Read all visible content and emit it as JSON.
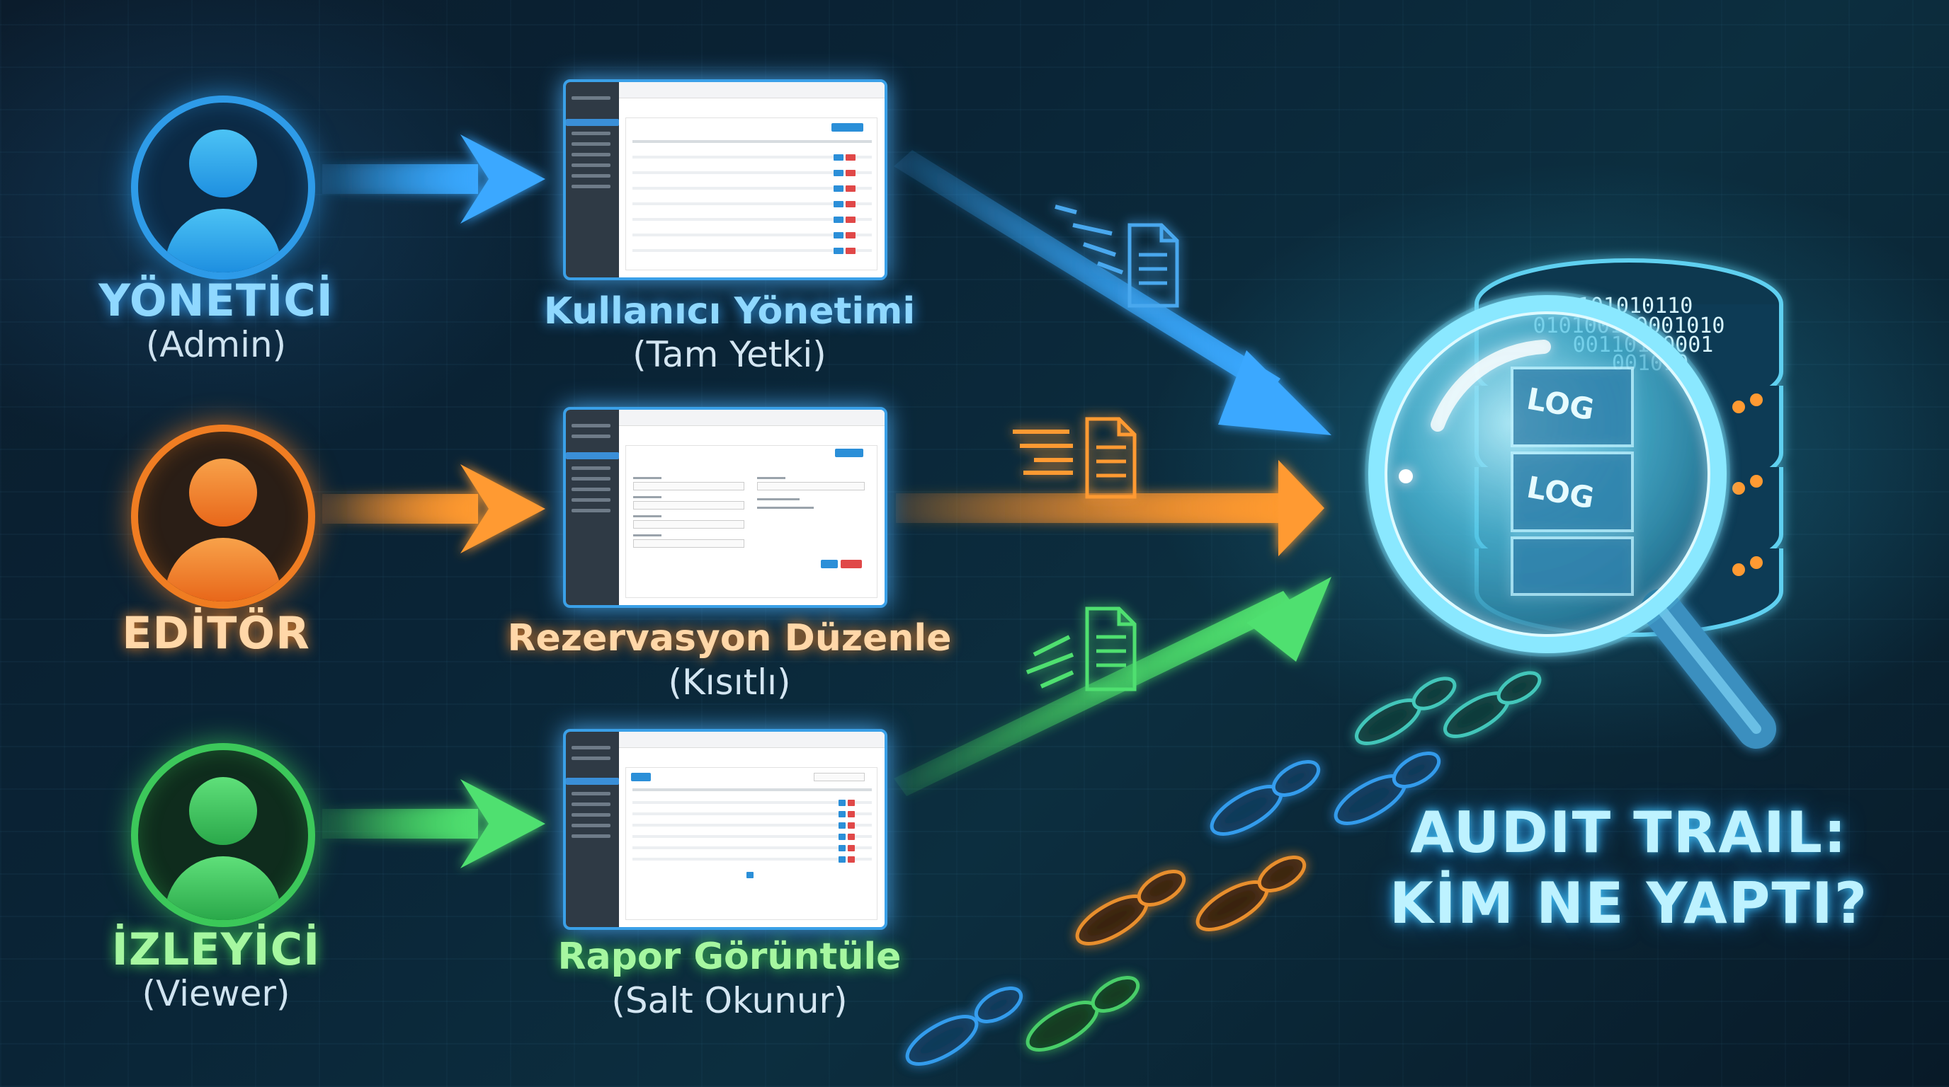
{
  "roles": [
    {
      "name": "YÖNETİCİ",
      "sub": "(Admin)",
      "color": "#2e9be8"
    },
    {
      "name": "EDİTÖR",
      "sub": "",
      "color": "#f07d22"
    },
    {
      "name": "İZLEYİCİ",
      "sub": "(Viewer)",
      "color": "#3cc85a"
    }
  ],
  "screens": [
    {
      "title": "Kullanıcı Yönetimi",
      "sub": "(Tam Yetki)"
    },
    {
      "title": "Rezervasyon Düzenle",
      "sub": "(Kısıtlı)"
    },
    {
      "title": "Rapor Görüntüle",
      "sub": "(Salt Okunur)"
    }
  ],
  "log_labels": [
    "LOG",
    "LOG"
  ],
  "binary_lines": [
    "0101010110",
    "010100110001010",
    "00110110001",
    "001010"
  ],
  "audit_title_line1": "AUDIT TRAIL:",
  "audit_title_line2": "KİM NE YAPTI?",
  "icons": [
    "user-icon",
    "document-icon",
    "database-icon",
    "magnifier-icon",
    "footprint-icon",
    "arrow-icon"
  ]
}
